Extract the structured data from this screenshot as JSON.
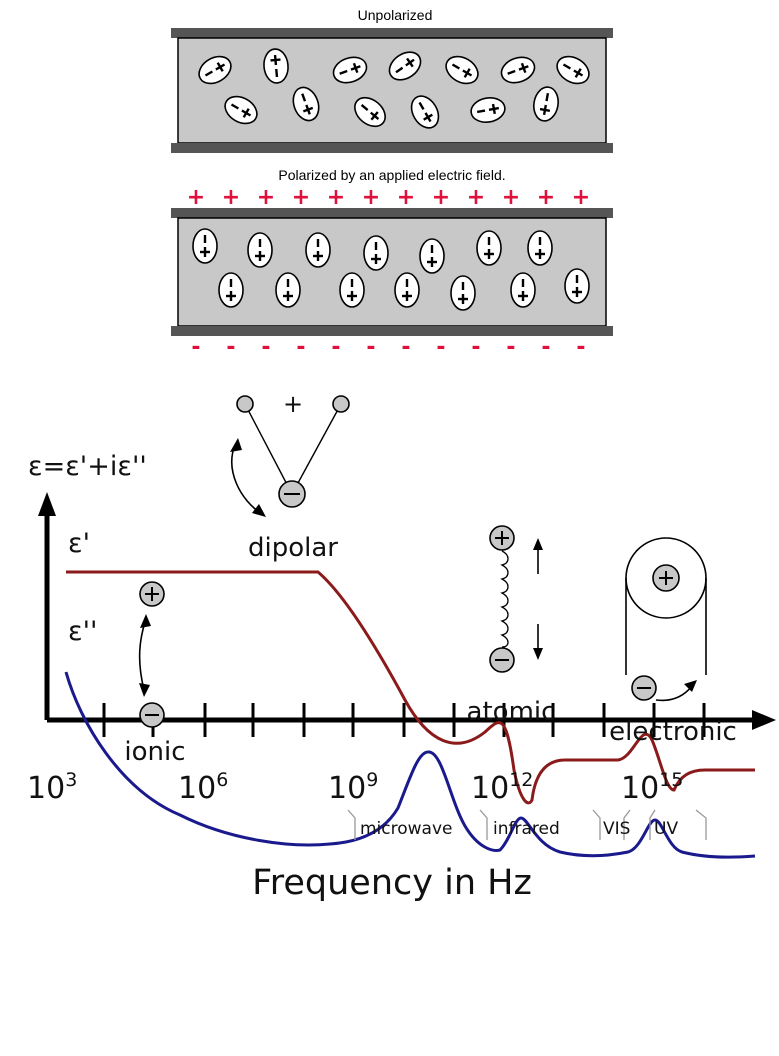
{
  "captions": {
    "unpolarized": "Unpolarized",
    "polarized": "Polarized by an applied electric field."
  },
  "plate_signs": {
    "plus": "+",
    "minus": "-"
  },
  "chart": {
    "y_axis_label": "ε=ε'+iε''",
    "curve_labels": {
      "real": "ε'",
      "imag": "ε''"
    },
    "x_axis_title": "Frequency in Hz",
    "tick_labels": [
      {
        "base": "10",
        "exp": "3"
      },
      {
        "base": "10",
        "exp": "6"
      },
      {
        "base": "10",
        "exp": "9"
      },
      {
        "base": "10",
        "exp": "12"
      },
      {
        "base": "10",
        "exp": "15"
      }
    ],
    "mechanisms": {
      "dipolar": "dipolar",
      "ionic": "ionic",
      "atomic": "atomic",
      "electronic": "electronic"
    },
    "bands": [
      {
        "label": "microwave"
      },
      {
        "label": "infrared"
      },
      {
        "label": "VIS"
      },
      {
        "label": "UV"
      }
    ],
    "dipolar_plus": "+",
    "colors": {
      "real": "#8b1a1a",
      "imag": "#1a1a8c",
      "plate": "#555555",
      "dielectric": "#c8c8c8",
      "sign": "#e0103c"
    }
  }
}
